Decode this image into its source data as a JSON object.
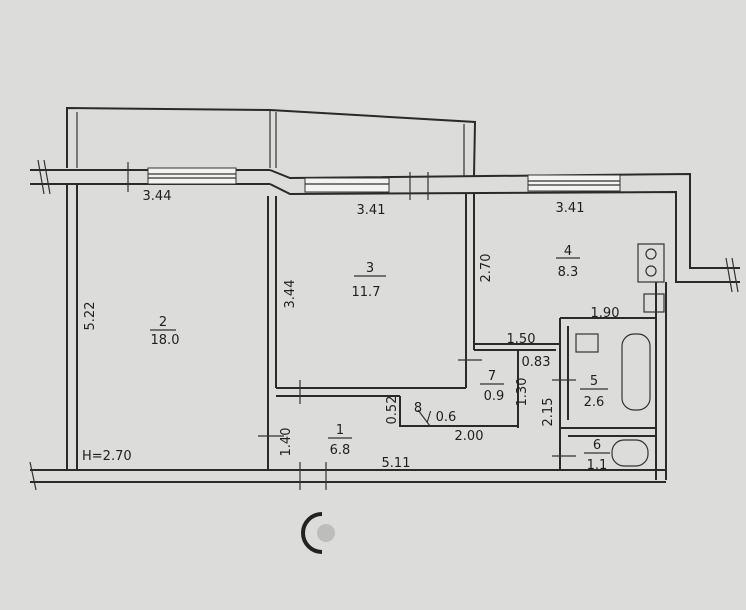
{
  "rooms": [
    {
      "number": "2",
      "area": "18.0"
    },
    {
      "number": "3",
      "area": "11.7"
    },
    {
      "number": "4",
      "area": "8.3"
    },
    {
      "number": "1",
      "area": "6.8"
    },
    {
      "number": "7",
      "area": "0.9"
    },
    {
      "number": "5",
      "area": "2.6"
    },
    {
      "number": "6",
      "area": "1.1"
    },
    {
      "number": "8",
      "area": "0.6"
    }
  ],
  "dimensions": {
    "room2_width": "3.44",
    "room3_width": "3.41",
    "room4_width": "3.41",
    "room2_length": "5.22",
    "room3_length": "3.44",
    "room4_length": "2.70",
    "bath_width": "1.90",
    "wc_width": "1.50",
    "wc_depth": "0.83",
    "closet7_len": "1.30",
    "bath_len": "2.15",
    "closet8_len": "0.52",
    "hall_depth": "1.40",
    "corridor_width": "2.00",
    "hall_width": "5.11"
  },
  "ceiling_height": "H=2.70",
  "sep": "/"
}
